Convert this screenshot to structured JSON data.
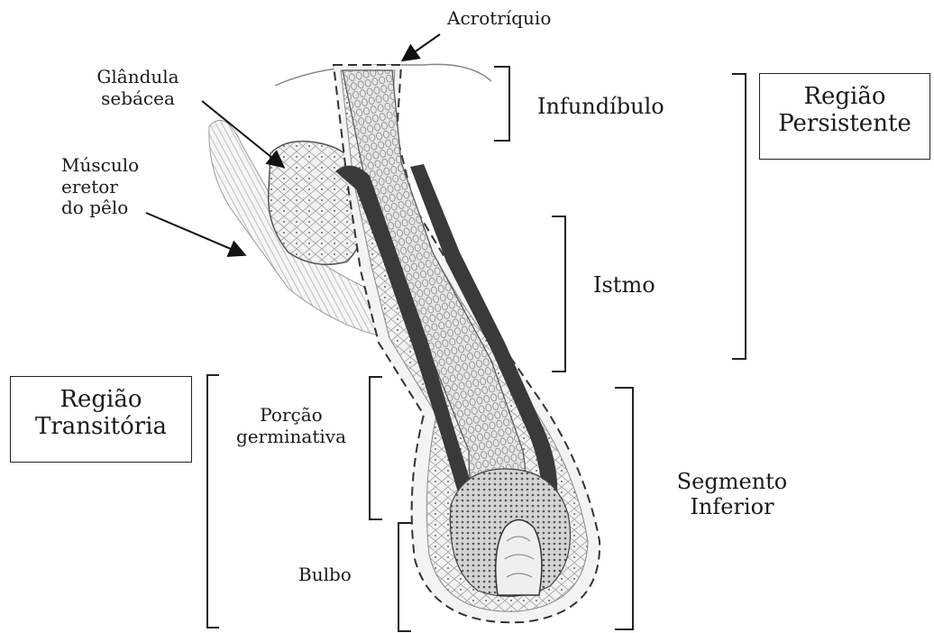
{
  "labels": {
    "acrotriquio": "Acrotríquio",
    "glandula_line1": "Glândula",
    "glandula_line2": "sebácea",
    "musculo_line1": "Músculo",
    "musculo_line2": "eretor",
    "musculo_line3": "do pêlo",
    "infundibulo": "Infundíbulo",
    "istmo": "Istmo",
    "porcao_line1": "Porção",
    "porcao_line2": "germinativa",
    "bulbo": "Bulbo",
    "segmento_line1": "Segmento",
    "segmento_line2": "Inferior"
  },
  "boxes": {
    "persistente_line1": "Região",
    "persistente_line2": "Persistente",
    "transitoria_line1": "Região",
    "transitoria_line2": "Transitória"
  },
  "colors": {
    "ink": "#1a1a1a",
    "dark_sheath": "#3a3a3a",
    "medium_tissue": "#8a8a8a",
    "light_tissue": "#d8d8d8"
  }
}
